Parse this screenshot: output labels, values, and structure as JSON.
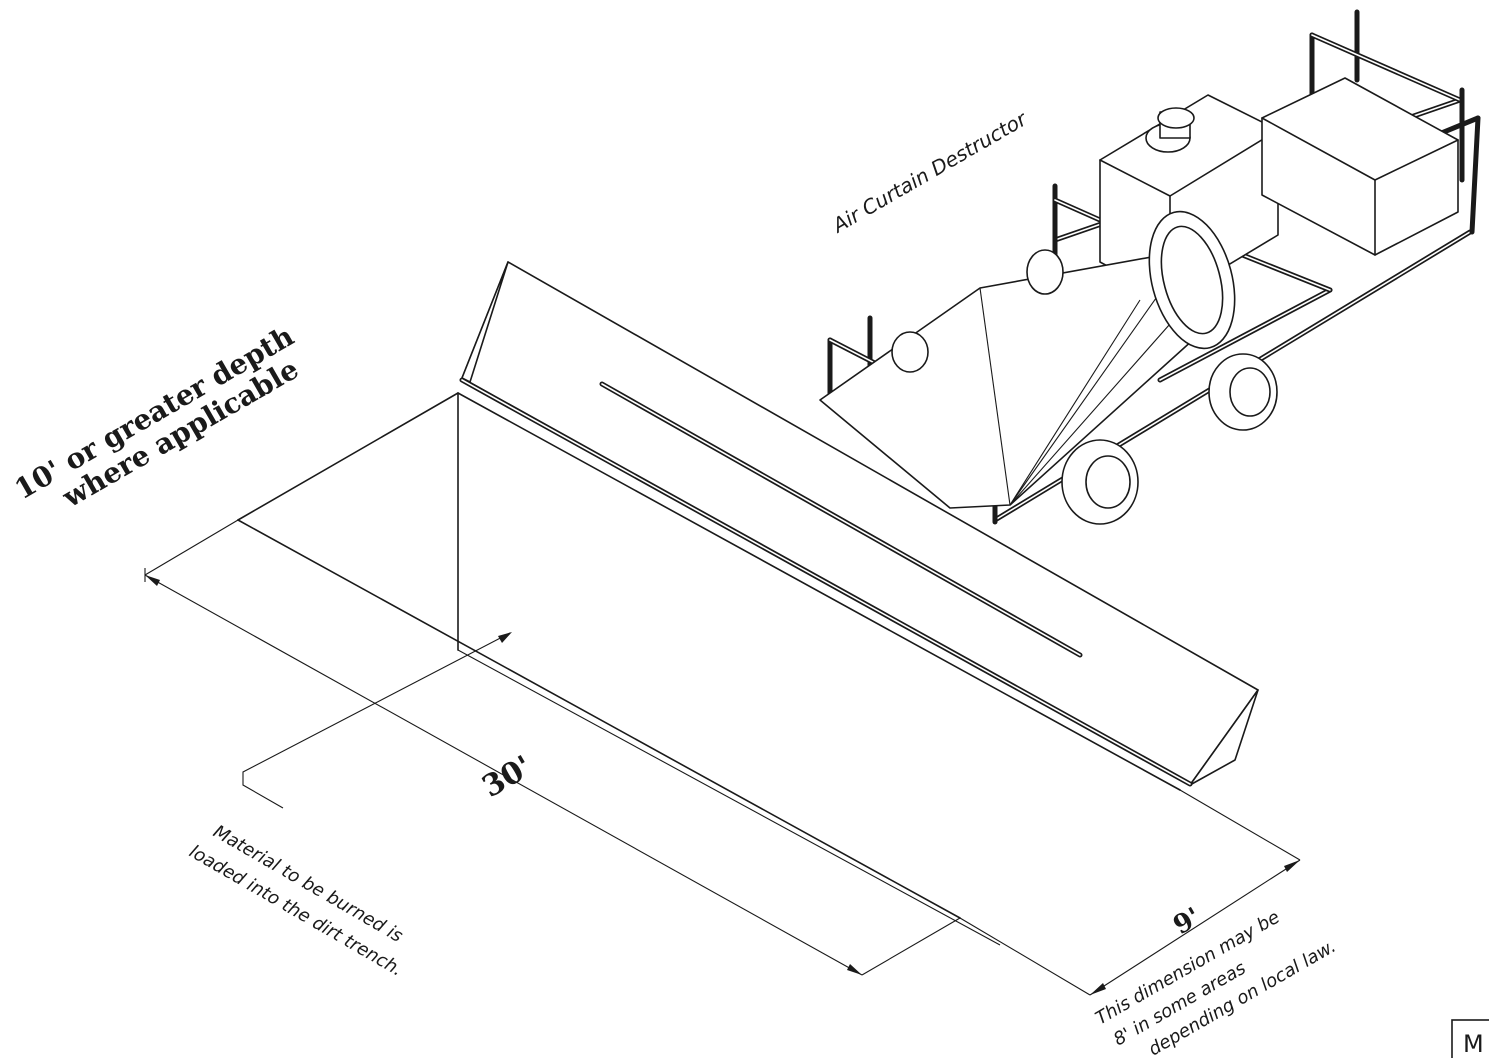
{
  "labels": {
    "title": "Air Curtain Destructor",
    "depth_line1": "10' or greater depth",
    "depth_line2": "where applicable",
    "length_dim": "30'",
    "width_dim": "9'",
    "material_line1": "Material to be burned is",
    "material_line2": "loaded into the dirt trench.",
    "note_line1": "This dimension may be",
    "note_line2": "8' in some areas",
    "note_line3": "depending on local law.",
    "corner_mark": "M"
  }
}
